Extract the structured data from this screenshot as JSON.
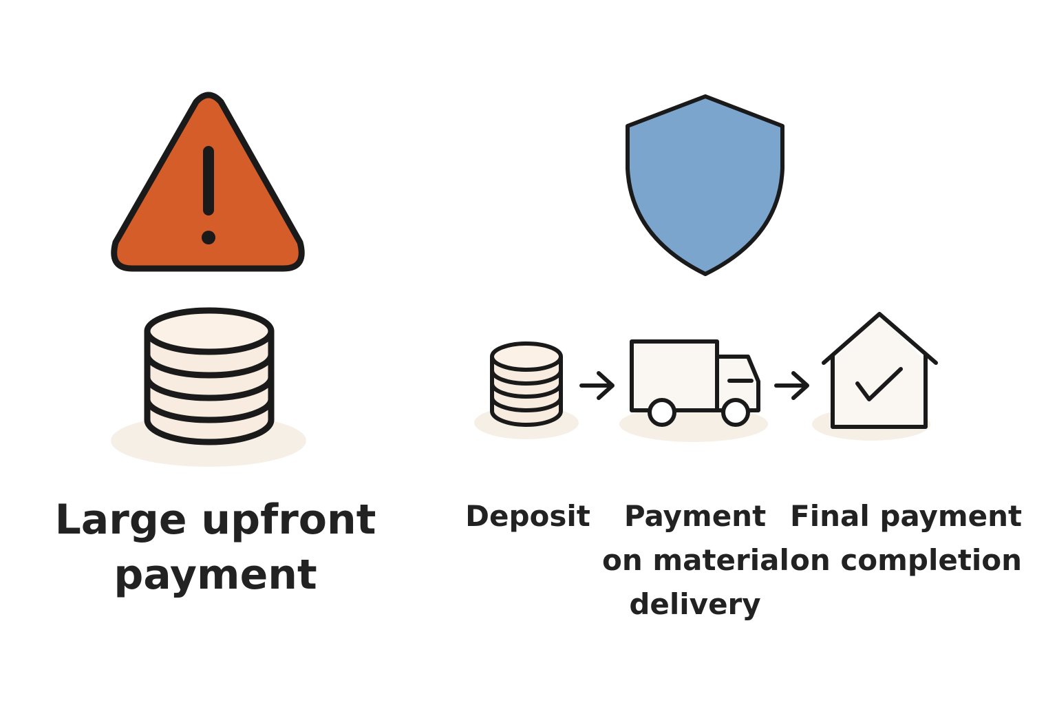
{
  "risky_option": {
    "icon": "warning-triangle-icon",
    "money_icon": "coin-stack-icon",
    "label_lines": [
      "Large upfront",
      "payment"
    ],
    "accent_color": "#d45d29"
  },
  "safe_option": {
    "icon": "shield-icon",
    "accent_color": "#7ba5cc",
    "steps": [
      {
        "icon": "coin-stack-icon",
        "label_lines": [
          "Deposit"
        ]
      },
      {
        "icon": "delivery-truck-icon",
        "label_lines": [
          "Payment",
          "on material",
          "delivery"
        ]
      },
      {
        "icon": "house-check-icon",
        "label_lines": [
          "Final payment",
          "on completion"
        ]
      }
    ],
    "connector_icon": "arrow-right-icon"
  },
  "palette": {
    "outline": "#1a1a1a",
    "fill_cream": "#faf7f2",
    "coin_fill": "#f7ecdf",
    "shadow": "#f6efe6"
  }
}
